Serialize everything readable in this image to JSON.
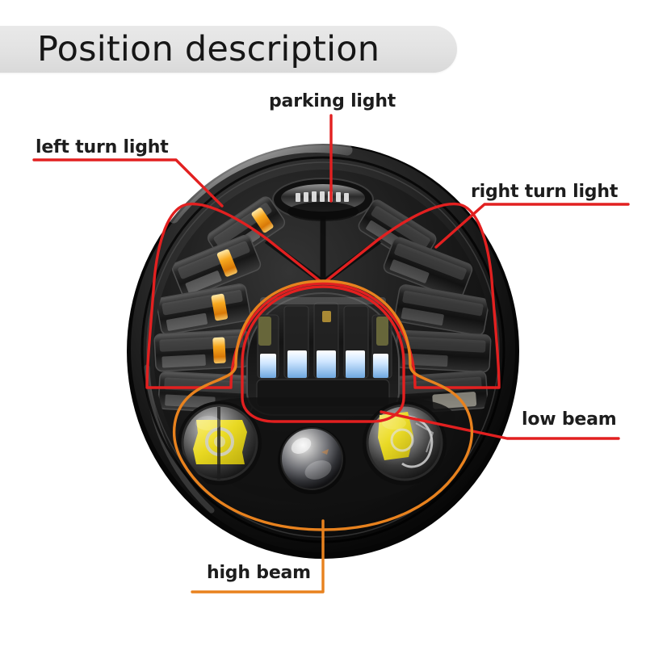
{
  "header": {
    "title": "Position description",
    "banner_color": "#e4e4e4"
  },
  "product": {
    "name": "round-led-headlight",
    "shape": "circular",
    "body_color": "#1a1a1a"
  },
  "annotation_colors": {
    "red": "#e22020",
    "orange": "#e8821e"
  },
  "callouts": [
    {
      "id": "parking-light",
      "label": "parking light",
      "line_color": "#e22020",
      "anchor": "top-center"
    },
    {
      "id": "left-turn-light",
      "label": "left turn light",
      "line_color": "#e22020",
      "anchor": "upper-left"
    },
    {
      "id": "right-turn-light",
      "label": "right turn light",
      "line_color": "#e22020",
      "anchor": "upper-right"
    },
    {
      "id": "low-beam",
      "label": "low beam",
      "line_color": "#e22020",
      "anchor": "center"
    },
    {
      "id": "high-beam",
      "label": "high beam",
      "line_color": "#e8821e",
      "anchor": "bottom-center"
    }
  ]
}
